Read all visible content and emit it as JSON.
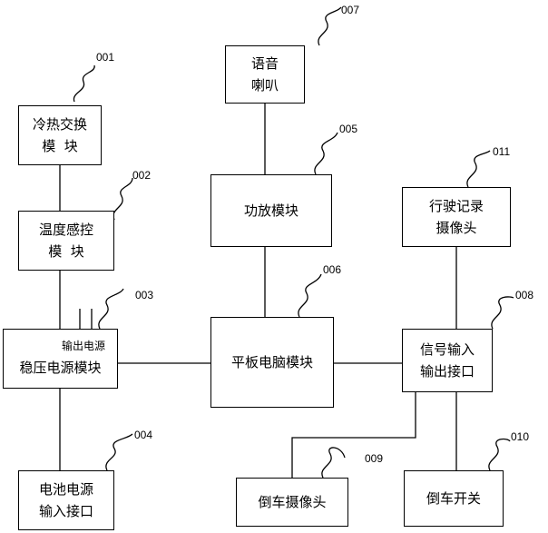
{
  "modules": {
    "m001": {
      "lines": [
        "冷热交换",
        "模  块"
      ],
      "ref": "001"
    },
    "m002": {
      "lines": [
        "温度感控",
        "模  块"
      ],
      "ref": "002"
    },
    "m003": {
      "lines": [
        "稳压电源模块"
      ],
      "sub": "输出电源",
      "ref": "003"
    },
    "m004": {
      "lines": [
        "电池电源",
        "输入接口"
      ],
      "ref": "004"
    },
    "m005": {
      "lines": [
        "功放模块"
      ],
      "ref": "005"
    },
    "m006": {
      "lines": [
        "平板电脑模块"
      ],
      "ref": "006"
    },
    "m007": {
      "lines": [
        "语音",
        "喇叭"
      ],
      "ref": "007"
    },
    "m008": {
      "lines": [
        "信号输入",
        "输出接口"
      ],
      "ref": "008"
    },
    "m009": {
      "lines": [
        "倒车摄像头"
      ],
      "ref": "009"
    },
    "m010": {
      "lines": [
        "倒车开关"
      ],
      "ref": "010"
    },
    "m011": {
      "lines": [
        "行驶记录",
        "摄像头"
      ],
      "ref": "011"
    }
  }
}
